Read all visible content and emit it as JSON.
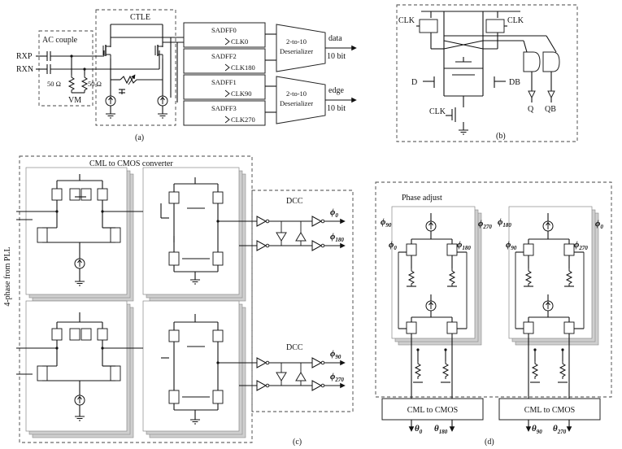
{
  "panel_a": {
    "caption": "(a)",
    "ac_couple": "AC couple",
    "ctle": "CTLE",
    "rxp": "RXP",
    "rxn": "RXN",
    "r1": "50 Ω",
    "r2": "50 Ω",
    "vm": "VM",
    "sadff0": "SADFF0",
    "clk0": "CLK0",
    "sadff2": "SADFF2",
    "clk180": "CLK180",
    "sadff1": "SADFF1",
    "clk90": "CLK90",
    "sadff3": "SADFF3",
    "clk270": "CLK270",
    "deser1_a": "2-to-10",
    "deser1_b": "Deserializer",
    "deser2_a": "2-to-10",
    "deser2_b": "Deserializer",
    "out1_a": "data",
    "out1_b": "10 bit",
    "out2_a": "edge",
    "out2_b": "10 bit"
  },
  "panel_b": {
    "caption": "(b)",
    "clk_left": "CLK",
    "clk_right": "CLK",
    "clk_bottom": "CLK",
    "d": "D",
    "db": "DB",
    "q": "Q",
    "qb": "QB"
  },
  "panel_c": {
    "caption": "(c)",
    "title": "CML to CMOS converter",
    "side": "4-phase from PLL",
    "dcc1": "DCC",
    "dcc2": "DCC",
    "phi": "ϕ",
    "p0": "0",
    "p180": "180",
    "p90": "90",
    "p270": "270"
  },
  "panel_d": {
    "caption": "(d)",
    "title": "Phase adjust",
    "phi": "ϕ",
    "theta": "θ",
    "cml1": "CML to CMOS",
    "cml2": "CML to CMOS",
    "l90": "90",
    "l0": "0",
    "l180": "180",
    "l270": "270",
    "t0": "0",
    "t180": "180",
    "t90": "90",
    "t270": "270"
  }
}
